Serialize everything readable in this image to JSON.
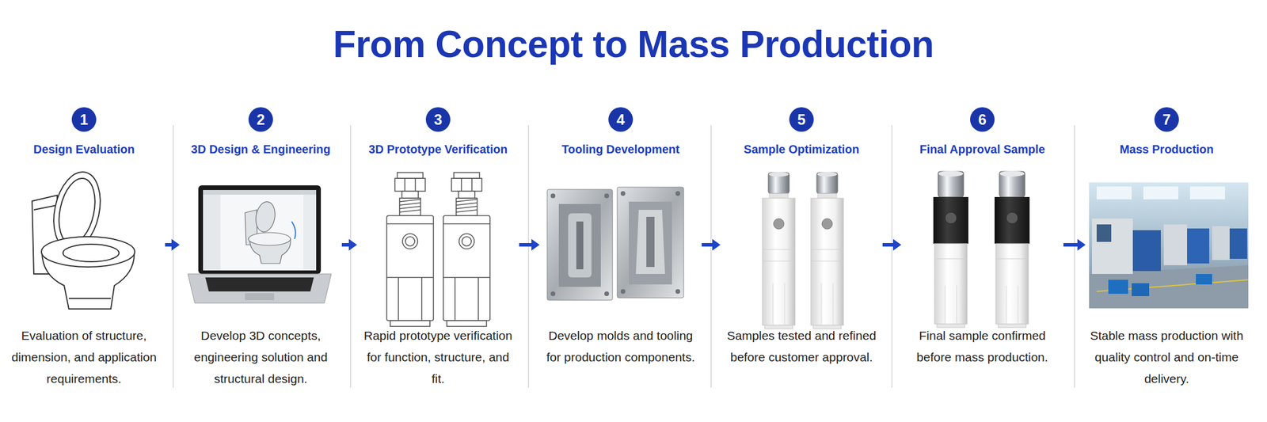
{
  "diagram": {
    "title": "From Concept to Mass Production",
    "nodes": [
      {
        "text": [
          "Design Evaluation",
          "Evaluation of structure, dimension, and application requirements."
        ]
      },
      {
        "text": [
          "1"
        ],
        "in": 0
      },
      {
        "text": [
          "3D Design & Engineering",
          "Develop 3D concepts, engineering solution and structural design."
        ]
      },
      {
        "text": [
          "2"
        ],
        "in": 2
      },
      {
        "text": [
          "3D Prototype Verification",
          "Rapid prototype verification for function, structure, and fit."
        ]
      },
      {
        "text": [
          "3"
        ],
        "in": 4
      },
      {
        "text": [
          "Tooling Development",
          "Develop molds and tooling for production components."
        ]
      },
      {
        "text": [
          "4"
        ],
        "in": 6
      },
      {
        "text": [
          "Sample Optimization",
          "Samples tested and refined before customer approval."
        ]
      },
      {
        "text": [
          "5"
        ],
        "in": 8
      },
      {
        "text": [
          "Final Approval Sample",
          "Final sample confirmed before mass production."
        ]
      },
      {
        "text": [
          "6"
        ],
        "in": 10
      },
      {
        "text": [
          "Mass Production",
          "Stable mass production with quality control and on-time delivery."
        ]
      },
      {
        "text": [
          "7"
        ],
        "in": 12
      }
    ],
    "edges": [
      {
        "from": 0,
        "to": 2,
        "arrow": "to"
      },
      {
        "from": 2,
        "to": 4,
        "arrow": "to"
      },
      {
        "from": 4,
        "to": 6,
        "arrow": "to"
      },
      {
        "from": 6,
        "to": 8,
        "arrow": "to"
      },
      {
        "from": 8,
        "to": 10,
        "arrow": "to"
      },
      {
        "from": 10,
        "to": 12,
        "arrow": "to"
      }
    ]
  }
}
